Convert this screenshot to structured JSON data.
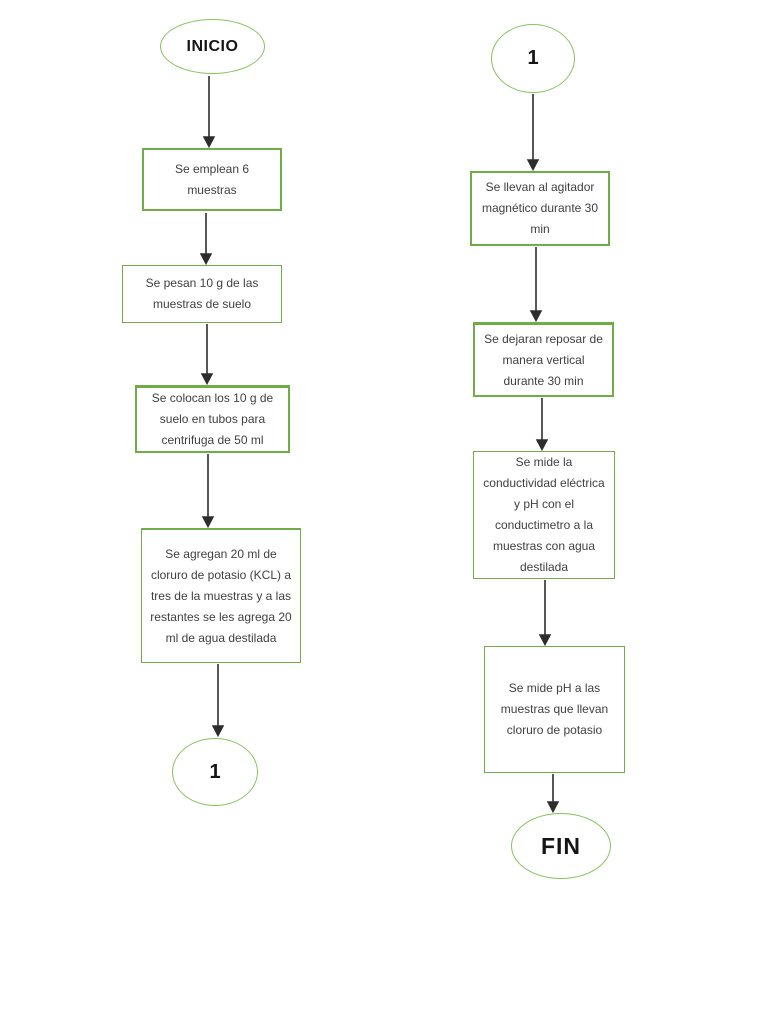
{
  "flowchart": {
    "left_column": {
      "start_label": "INICIO",
      "steps": [
        "Se emplean 6 muestras",
        "Se pesan 10 g de las muestras de suelo",
        "Se colocan los 10 g de suelo en tubos  para centrifuga de 50 ml",
        "Se agregan 20 ml de cloruro de potasio (KCL) a tres de la muestras y a las restantes se les agrega 20 ml de agua destilada"
      ],
      "connector_label": "1"
    },
    "right_column": {
      "connector_label": "1",
      "steps": [
        "Se llevan al agitador magnético durante 30 min",
        "Se dejaran reposar de manera vertical durante 30 min",
        "Se mide la conductividad eléctrica y pH con el conductimetro a la muestras con agua destilada",
        "Se mide pH a las muestras que llevan cloruro de potasio"
      ],
      "end_label": "FIN"
    }
  },
  "colors": {
    "box_border_green": "#70ad47",
    "ellipse_border_green": "#85c45c",
    "arrow_color": "#2d2d2d",
    "text_color": "#3f3f3f"
  }
}
